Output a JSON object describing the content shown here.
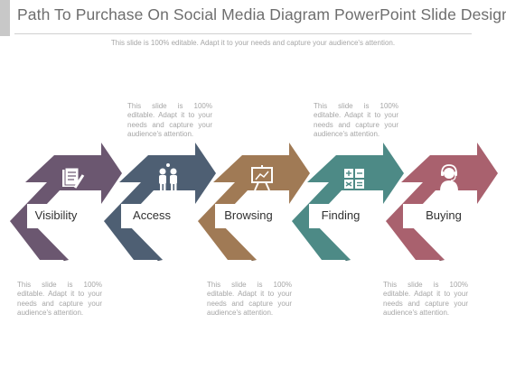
{
  "header": {
    "title": "Path To Purchase On Social Media Diagram PowerPoint Slide Designs",
    "subtitle": "This slide is 100% editable. Adapt it to your needs and capture your audience's attention."
  },
  "stages": [
    {
      "label": "Visibility",
      "icon": "documents-icon",
      "color": "#6b5770",
      "tail_color": "#4d3f52"
    },
    {
      "label": "Access",
      "icon": "people-icon",
      "color": "#4e5f73",
      "tail_color": "#384555"
    },
    {
      "label": "Browsing",
      "icon": "presentation-board-icon",
      "color": "#a07a55",
      "tail_color": "#7a5b3e"
    },
    {
      "label": "Finding",
      "icon": "calculator-icon",
      "color": "#4d8a86",
      "tail_color": "#366462"
    },
    {
      "label": "Buying",
      "icon": "customer-support-icon",
      "color": "#a9616e",
      "tail_color": "#7e4550"
    }
  ],
  "notes": {
    "top_1": "This slide is 100% editable. Adapt it to your needs and capture your audience's attention.",
    "top_2": "This slide is 100% editable. Adapt it to your needs and capture your audience's attention.",
    "bottom_1": "This slide is 100% editable. Adapt it to your needs and capture your audience's attention.",
    "bottom_2": "This slide is 100% editable. Adapt it to your needs and capture your audience's attention.",
    "bottom_3": "This slide is 100% editable. Adapt it to your needs and capture your audience's attention."
  }
}
